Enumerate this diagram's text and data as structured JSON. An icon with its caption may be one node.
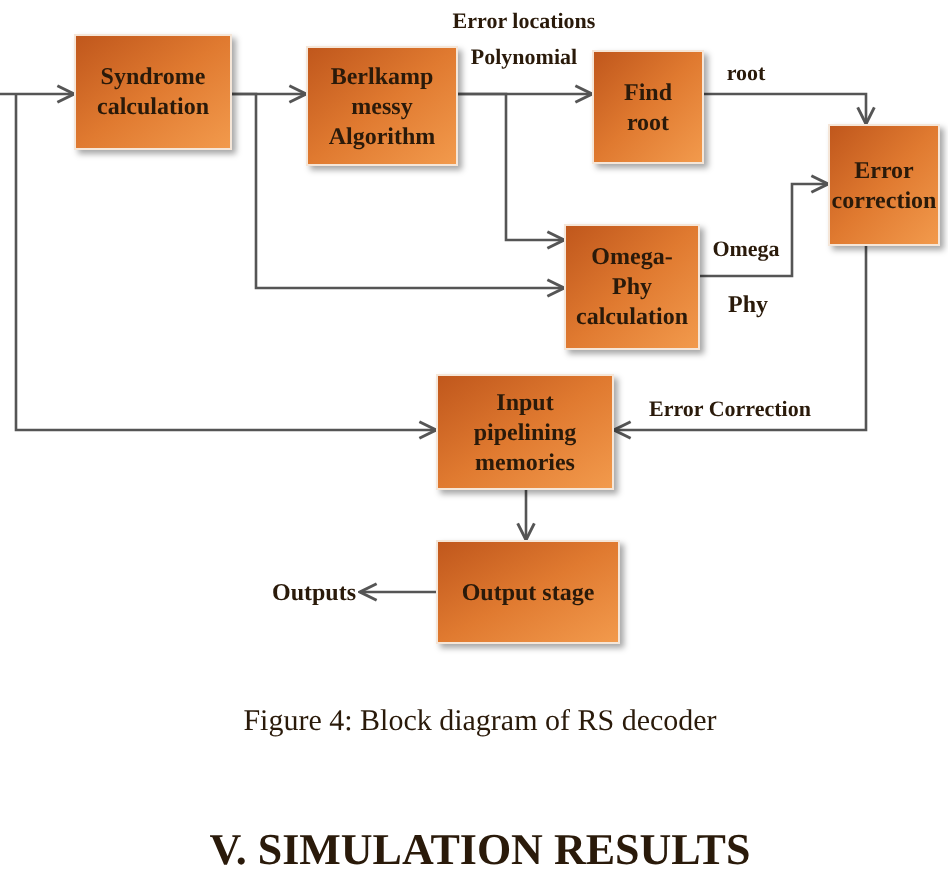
{
  "diagram": {
    "caption": "Figure 4: Block diagram of RS decoder",
    "nodes": [
      {
        "text": [
          "Syndrome calculation"
        ]
      },
      {
        "text": [
          "Berlkamp messy Algorithm"
        ]
      },
      {
        "text": [
          "Find root"
        ]
      },
      {
        "text": [
          "Error correction"
        ]
      },
      {
        "text": [
          "Omega-Phy calculation"
        ]
      },
      {
        "text": [
          "Input pipelining memories"
        ]
      },
      {
        "text": [
          "Output stage"
        ]
      },
      {
        "text": [
          "Outputs"
        ]
      }
    ],
    "edges": [
      {
        "from": null,
        "to": 0,
        "arrow": "to"
      },
      {
        "from": null,
        "to": 5,
        "arrow": "to"
      },
      {
        "from": 0,
        "to": 1,
        "arrow": "to"
      },
      {
        "from": 0,
        "to": 4,
        "arrow": "to"
      },
      {
        "from": 1,
        "to": 2,
        "arrow": "to",
        "label": "Error locations Polynomial"
      },
      {
        "from": 1,
        "to": 4,
        "arrow": "to"
      },
      {
        "from": 2,
        "to": 3,
        "arrow": "to",
        "label": "root"
      },
      {
        "from": 4,
        "to": 3,
        "arrow": "to",
        "label": "Omega"
      },
      {
        "from": 3,
        "to": 5,
        "arrow": "to",
        "label": "Error Correction"
      },
      {
        "from": 5,
        "to": 6,
        "arrow": "to"
      },
      {
        "from": 6,
        "to": 7,
        "arrow": "to"
      }
    ],
    "labels": [
      "Phy",
      "V. SIMULATION RESULTS"
    ]
  }
}
